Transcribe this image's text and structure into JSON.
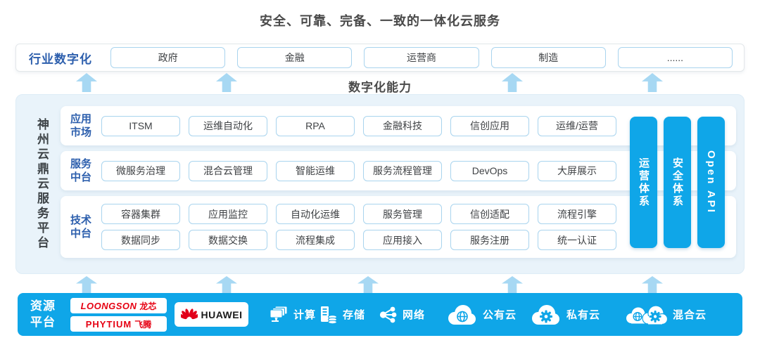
{
  "title": "安全、可靠、完备、一致的一体化云服务",
  "industry_row": {
    "label": "行业数字化",
    "items": [
      "政府",
      "金融",
      "运营商",
      "制造",
      "......"
    ]
  },
  "capability_label": "数字化能力",
  "platform": {
    "name": "神州云鼎云服务平台",
    "rows": [
      {
        "label": "应用市场",
        "lines": [
          [
            "ITSM",
            "运维自动化",
            "RPA",
            "金融科技",
            "信创应用",
            "运维/运营"
          ]
        ]
      },
      {
        "label": "服务中台",
        "lines": [
          [
            "微服务治理",
            "混合云管理",
            "智能运维",
            "服务流程管理",
            "DevOps",
            "大屏展示"
          ]
        ]
      },
      {
        "label": "技术中台",
        "lines": [
          [
            "容器集群",
            "应用监控",
            "自动化运维",
            "服务管理",
            "信创适配",
            "流程引擎"
          ],
          [
            "数据同步",
            "数据交换",
            "流程集成",
            "应用接入",
            "服务注册",
            "统一认证"
          ]
        ]
      }
    ],
    "pillars": [
      "运营体系",
      "安全体系",
      "Open API"
    ]
  },
  "resource": {
    "label": "资源平台",
    "vendors": [
      {
        "brand": "LOONGSON",
        "cn": "龙芯"
      },
      {
        "brand": "PHYTIUM",
        "cn": "飞腾"
      },
      {
        "brand": "HUAWEI",
        "cn": ""
      }
    ],
    "items": [
      {
        "icon": "compute-icon",
        "label": "计算"
      },
      {
        "icon": "storage-icon",
        "label": "存储"
      },
      {
        "icon": "network-icon",
        "label": "网络"
      },
      {
        "icon": "public-cloud-icon",
        "label": "公有云"
      },
      {
        "icon": "private-cloud-icon",
        "label": "私有云"
      },
      {
        "icon": "hybrid-cloud-icon",
        "label": "混合云"
      }
    ]
  },
  "colors": {
    "accent_blue": "#0fa6e8",
    "arrow_blue": "#a7d8f3",
    "panel_blue": "#e9f3fa",
    "label_blue": "#2d5fad",
    "box_border": "#a9d4ee",
    "vendor_red": "#e60012",
    "text_dark": "#4a4a4a"
  }
}
